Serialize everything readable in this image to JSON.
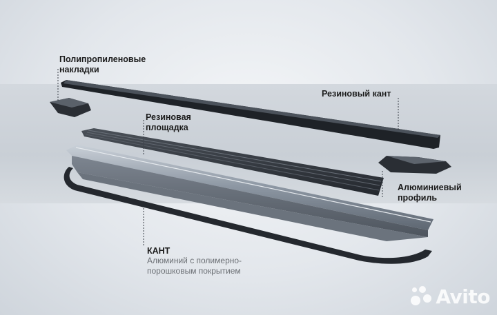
{
  "labels": {
    "pp_pads_line1": "Полипропиленовые",
    "pp_pads_line2": "накладки",
    "rubber_edge": "Резиновый кант",
    "rubber_pad_line1": "Резиновая",
    "rubber_pad_line2": "площадка",
    "alu_profile_line1": "Алюминиевый",
    "alu_profile_line2": "профиль",
    "kant_title": "КАНТ",
    "kant_desc_line1": "Алюминий с полимерно-",
    "kant_desc_line2": "порошковым покрытием"
  },
  "watermark": {
    "text": "Avito",
    "icon": "avito-dots-icon"
  },
  "colors": {
    "label_text": "#1b1b1b",
    "sub_text": "#6b6f74",
    "leader_line": "#3a3f47",
    "part_dark": "#22262c",
    "aluminium": "#9aa3ad"
  }
}
